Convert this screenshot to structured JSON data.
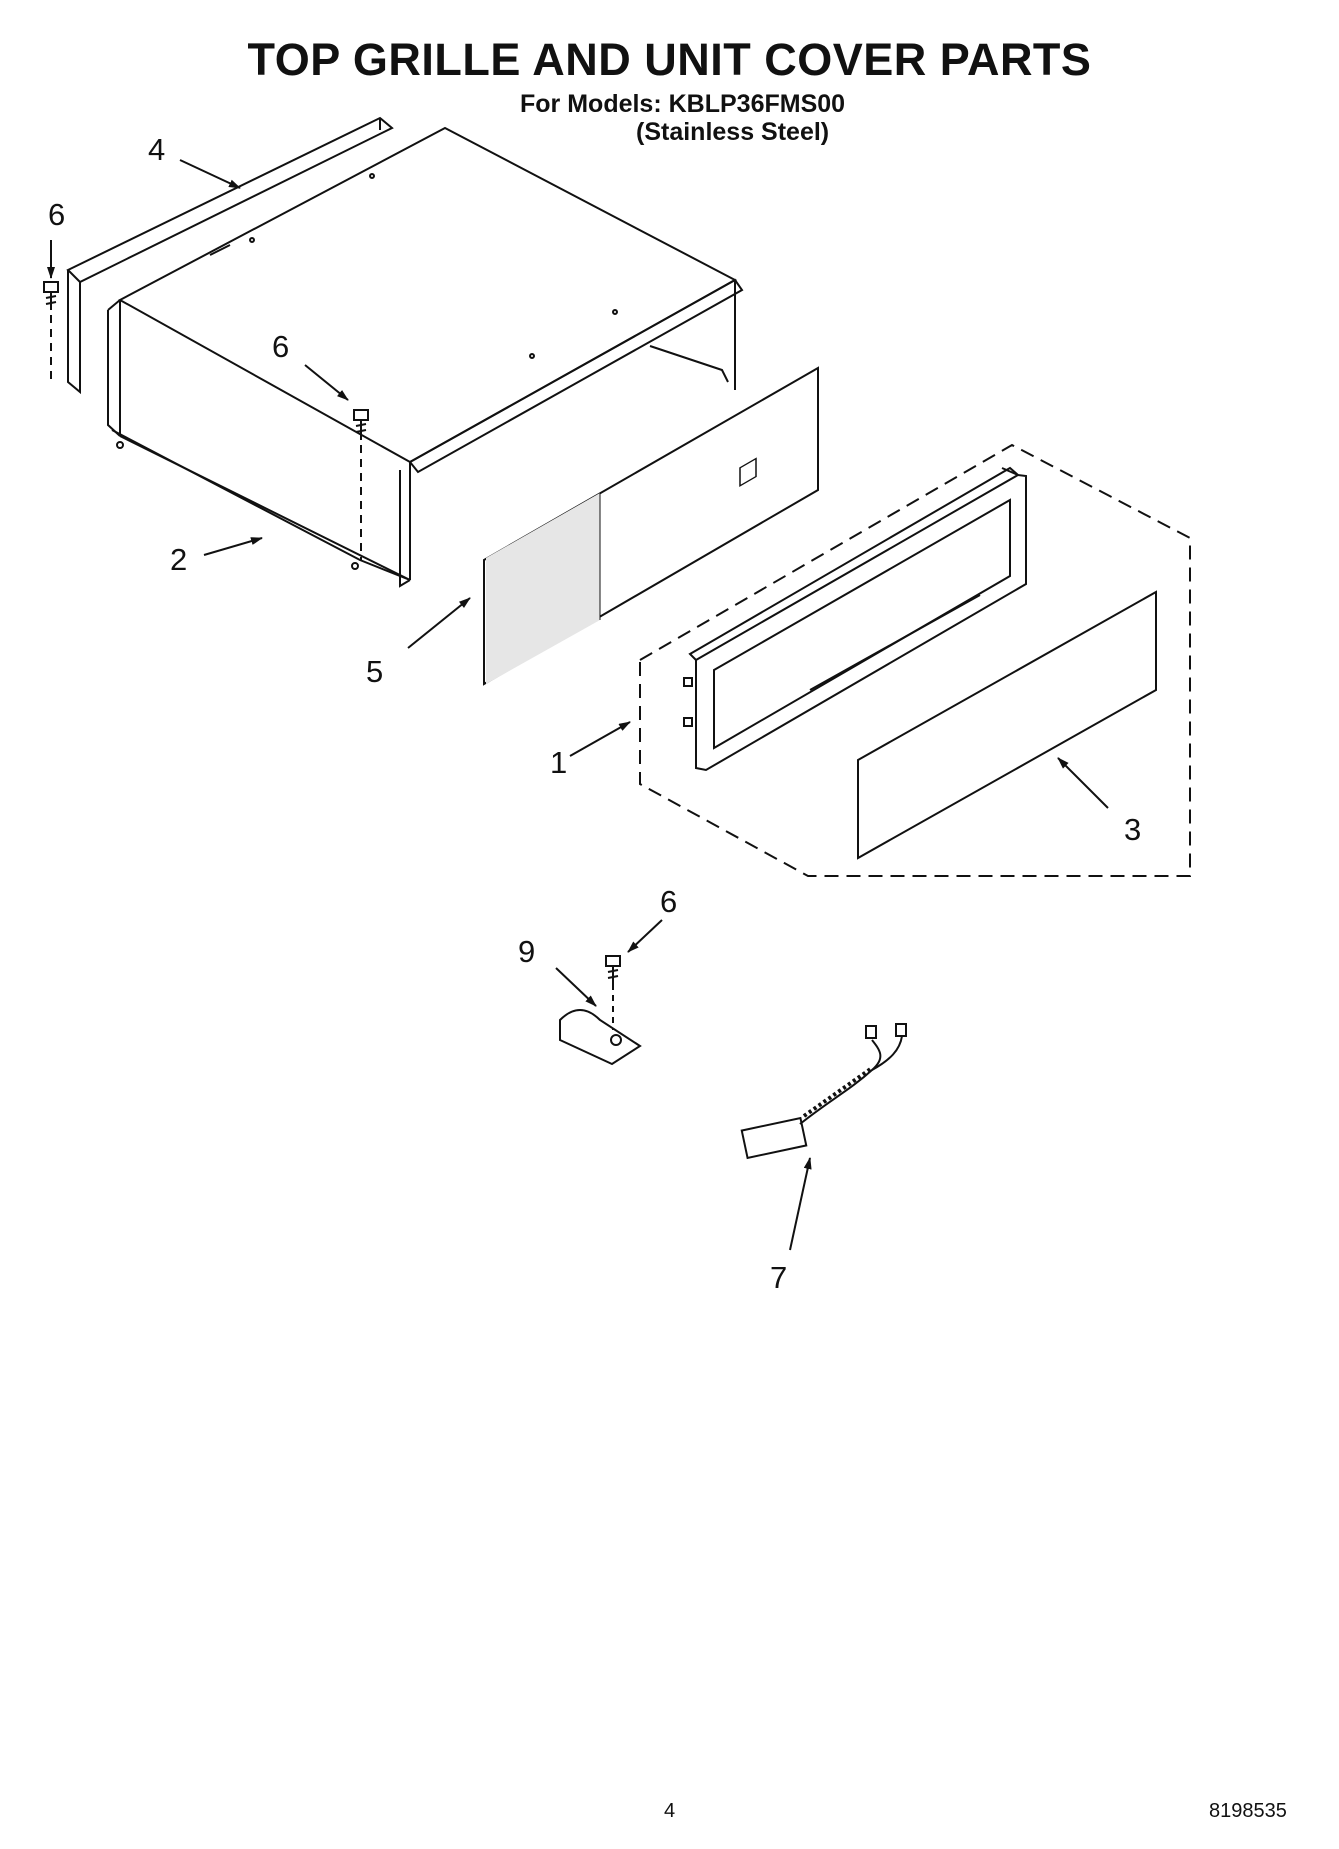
{
  "header": {
    "title": "TOP GRILLE AND UNIT COVER PARTS",
    "models_line": "For Models: KBLP36FMS00",
    "finish_line": "(Stainless Steel)"
  },
  "callouts": {
    "grille_frame": "1",
    "unit_cover": "2",
    "grille_panel": "3",
    "rear_bracket": "4",
    "front_panel": "5",
    "screw_upper_left": "6",
    "screw_cover": "6",
    "screw_clamp": "6",
    "wire_harness": "7",
    "clamp": "9"
  },
  "footer": {
    "page_number": "4",
    "doc_number": "8198535"
  }
}
